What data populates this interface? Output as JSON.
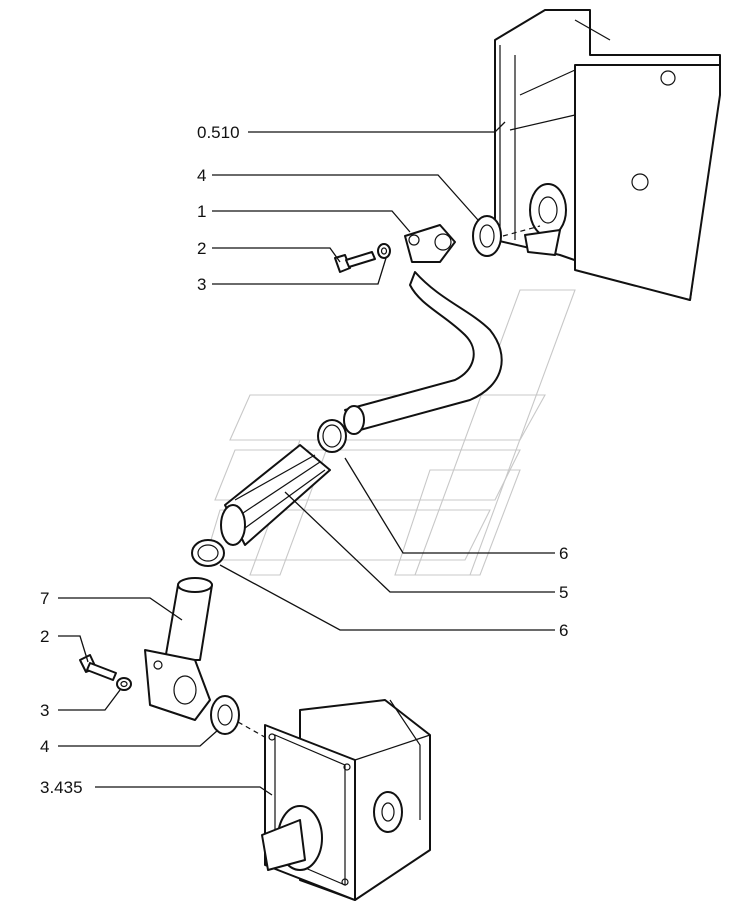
{
  "diagram": {
    "callouts": [
      {
        "id": "c-0510",
        "text": "0.510"
      },
      {
        "id": "c-4a",
        "text": "4"
      },
      {
        "id": "c-1",
        "text": "1"
      },
      {
        "id": "c-2a",
        "text": "2"
      },
      {
        "id": "c-3a",
        "text": "3"
      },
      {
        "id": "c-6a",
        "text": "6"
      },
      {
        "id": "c-5",
        "text": "5"
      },
      {
        "id": "c-6b",
        "text": "6"
      },
      {
        "id": "c-7",
        "text": "7"
      },
      {
        "id": "c-2b",
        "text": "2"
      },
      {
        "id": "c-3b",
        "text": "3"
      },
      {
        "id": "c-4b",
        "text": "4"
      },
      {
        "id": "c-3435",
        "text": "3.435"
      }
    ]
  }
}
